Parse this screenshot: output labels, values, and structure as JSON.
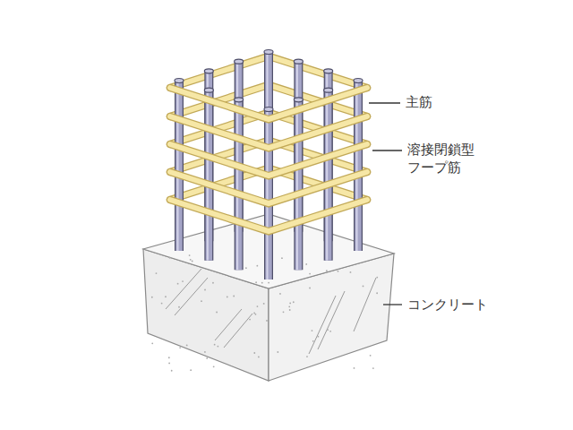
{
  "diagram": {
    "labels": [
      "主筋",
      "溶接閉鎖型 フープ筋",
      "コンクリート"
    ]
  }
}
